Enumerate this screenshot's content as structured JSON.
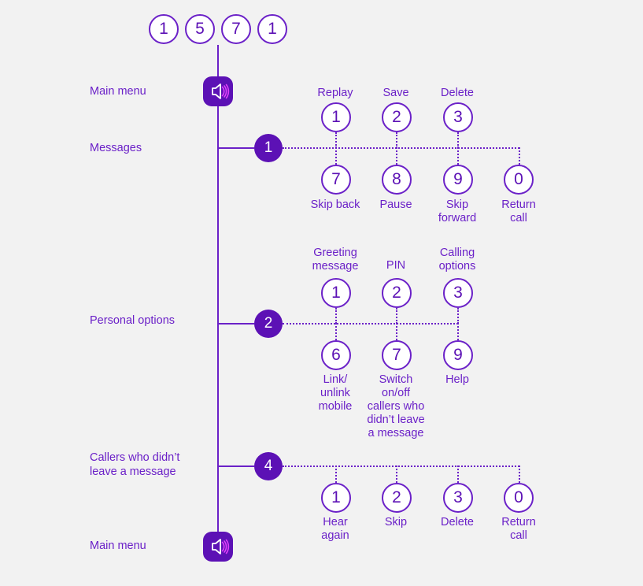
{
  "meta": {
    "title": "Voicemail keypad menu map",
    "background_color": "#f2f2f2",
    "accent_color": "#5c11b5",
    "line_color": "#6b21c8",
    "wave_color": "#e040fb"
  },
  "entry_sequence": {
    "name": "dial-sequence",
    "digits": [
      "1",
      "5",
      "7",
      "1"
    ]
  },
  "row_labels": {
    "main_menu_top": "Main menu",
    "messages": "Messages",
    "personal_options": "Personal options",
    "callers_no_message_line1": "Callers who didn’t",
    "callers_no_message_line2": "leave a message",
    "main_menu_bottom": "Main menu"
  },
  "icons": {
    "speaker_top": "speaker-icon",
    "speaker_bottom": "speaker-icon"
  },
  "sections": [
    {
      "id": "messages",
      "node_digit": "1",
      "label": "Messages",
      "above": [
        {
          "digit": "1",
          "caption": "Replay"
        },
        {
          "digit": "2",
          "caption": "Save"
        },
        {
          "digit": "3",
          "caption": "Delete"
        }
      ],
      "below": [
        {
          "digit": "7",
          "caption": "Skip back"
        },
        {
          "digit": "8",
          "caption": "Pause"
        },
        {
          "digit": "9",
          "caption": "Skip forward"
        },
        {
          "digit": "0",
          "caption": "Return call"
        }
      ]
    },
    {
      "id": "personal-options",
      "node_digit": "2",
      "label": "Personal options",
      "above": [
        {
          "digit": "1",
          "caption": "Greeting message"
        },
        {
          "digit": "2",
          "caption": "PIN"
        },
        {
          "digit": "3",
          "caption": "Calling options"
        }
      ],
      "below": [
        {
          "digit": "6",
          "caption": "Link/ unlink mobile"
        },
        {
          "digit": "7",
          "caption": "Switch on/off callers who didn’t leave a message"
        },
        {
          "digit": "9",
          "caption": "Help"
        }
      ]
    },
    {
      "id": "callers-no-message",
      "node_digit": "4",
      "label": "Callers who didn’t leave a message",
      "above": [],
      "below": [
        {
          "digit": "1",
          "caption": "Hear again"
        },
        {
          "digit": "2",
          "caption": "Skip"
        },
        {
          "digit": "3",
          "caption": "Delete"
        },
        {
          "digit": "0",
          "caption": "Return call"
        }
      ]
    }
  ],
  "captions": {
    "s1_a1": "Replay",
    "s1_a2": "Save",
    "s1_a3": "Delete",
    "s1_b1": "Skip back",
    "s1_b2": "Pause",
    "s1_b3_l1": "Skip",
    "s1_b3_l2": "forward",
    "s1_b4_l1": "Return",
    "s1_b4_l2": "call",
    "s2_a1_l1": "Greeting",
    "s2_a1_l2": "message",
    "s2_a2": "PIN",
    "s2_a3_l1": "Calling",
    "s2_a3_l2": "options",
    "s2_b1_l1": "Link/",
    "s2_b1_l2": "unlink",
    "s2_b1_l3": "mobile",
    "s2_b2_l1": "Switch",
    "s2_b2_l2": "on/off",
    "s2_b2_l3": "callers who",
    "s2_b2_l4": "didn’t leave",
    "s2_b2_l5": "a message",
    "s2_b3": "Help",
    "s4_b1_l1": "Hear",
    "s4_b1_l2": "again",
    "s4_b2": "Skip",
    "s4_b3": "Delete",
    "s4_b4_l1": "Return",
    "s4_b4_l2": "call"
  },
  "digits": {
    "seq1": "1",
    "seq2": "5",
    "seq3": "7",
    "seq4": "1",
    "s1_node": "1",
    "s1_a1": "1",
    "s1_a2": "2",
    "s1_a3": "3",
    "s1_b1": "7",
    "s1_b2": "8",
    "s1_b3": "9",
    "s1_b4": "0",
    "s2_node": "2",
    "s2_a1": "1",
    "s2_a2": "2",
    "s2_a3": "3",
    "s2_b1": "6",
    "s2_b2": "7",
    "s2_b3": "9",
    "s4_node": "4",
    "s4_b1": "1",
    "s4_b2": "2",
    "s4_b3": "3",
    "s4_b4": "0"
  }
}
